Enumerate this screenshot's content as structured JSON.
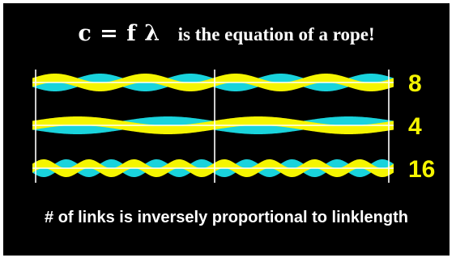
{
  "title": {
    "equation": "c = f λ",
    "text": "is the equation of a rope!"
  },
  "ropes": [
    {
      "links": 8,
      "label": "8"
    },
    {
      "links": 4,
      "label": "4"
    },
    {
      "links": 16,
      "label": "16"
    }
  ],
  "caption": "# of links is inversely proportional to linklength",
  "colors": {
    "background": "#000000",
    "strand_a": "#f5f500",
    "strand_b": "#19d3dc",
    "label": "#f5f500",
    "text": "#ffffff",
    "axis": "#ffffff"
  }
}
